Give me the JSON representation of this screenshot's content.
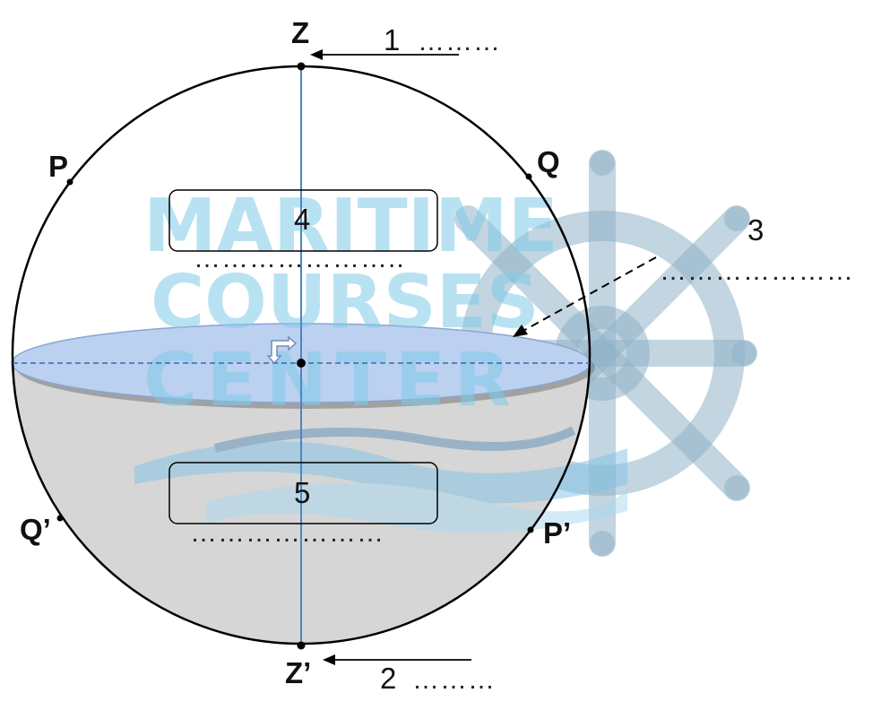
{
  "points": {
    "zenith": "Z",
    "nadir": "Z’",
    "p": "P",
    "q": "Q",
    "q_prime": "Q’",
    "p_prime": "P’"
  },
  "callouts": {
    "one": {
      "number": "1",
      "blank": "………"
    },
    "two": {
      "number": "2",
      "blank": "………"
    },
    "three": {
      "number": "3",
      "blank": "…………………"
    },
    "four": {
      "number": "4",
      "blank": "………………….."
    },
    "five": {
      "number": "5",
      "blank": "…………………"
    }
  },
  "watermark": {
    "line1": "MARITIME",
    "line2": "COURSES",
    "line3": "CENTER"
  },
  "colors": {
    "sphere_stroke": "#000000",
    "lower_hemisphere": "#d6d6d6",
    "horizon_plane": "#bcd0f0",
    "axis_line": "#4a86c8",
    "watermark_text": "#7fcbe8",
    "watermark_wheel": "#8fb2c6"
  }
}
